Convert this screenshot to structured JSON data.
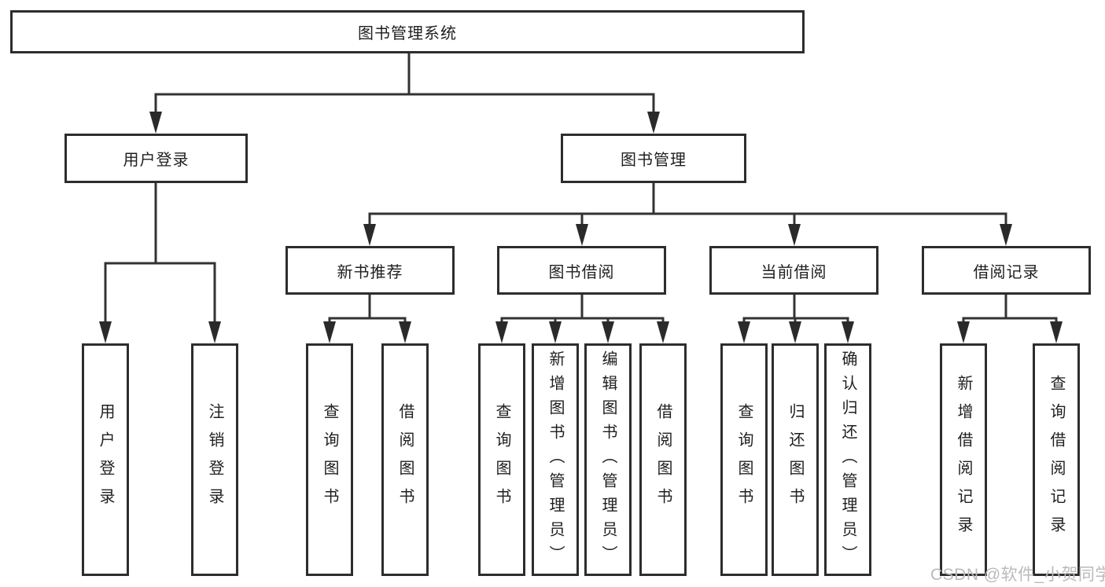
{
  "tree": {
    "root": {
      "label": "图书管理系统"
    },
    "user_login": {
      "label": "用户登录",
      "children": [
        "用户登录",
        "注销登录"
      ]
    },
    "book_mgmt": {
      "label": "图书管理",
      "sections": {
        "new_books": {
          "label": "新书推荐",
          "children": [
            "查询图书",
            "借阅图书"
          ]
        },
        "borrow": {
          "label": "图书借阅",
          "children": [
            "查询图书",
            "新增图书（管理员）",
            "编辑图书（管理员）",
            "借阅图书"
          ]
        },
        "current": {
          "label": "当前借阅",
          "children": [
            "查询图书",
            "归还图书",
            "确认归还（管理员）"
          ]
        },
        "records": {
          "label": "借阅记录",
          "children": [
            "新增借阅记录",
            "查询借阅记录"
          ]
        }
      }
    }
  },
  "watermark": "CSDN @软件_小贺同学",
  "colors": {
    "line": "#333333",
    "text": "#1f1f1f",
    "watermark": "#bababa",
    "background": "#ffffff"
  }
}
